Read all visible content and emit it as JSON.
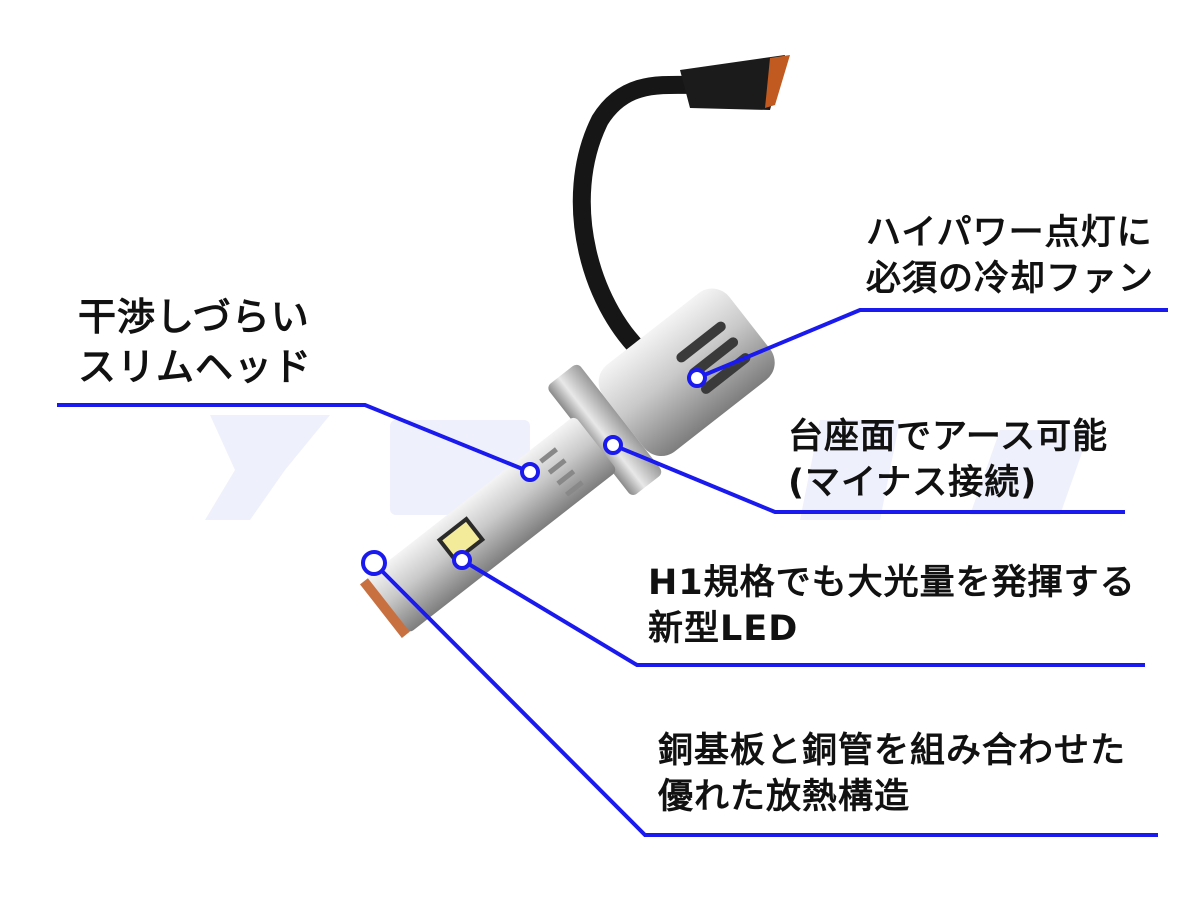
{
  "callouts": {
    "slim_head": {
      "line1": "干渉しづらい",
      "line2": "スリムヘッド"
    },
    "cooling_fan": {
      "line1": "ハイパワー点灯に",
      "line2": "必須の冷却ファン"
    },
    "ground": {
      "line1": "台座面でアース可能",
      "line2": "(マイナス接続)"
    },
    "led": {
      "line1": "H1規格でも大光量を発揮する",
      "line2": "新型LED"
    },
    "heat_structure": {
      "line1": "銅基板と銅管を組み合わせた",
      "line2": "優れた放熱構造"
    }
  },
  "colors": {
    "callout_line": "#1a1aee",
    "watermark": "#eef0fb",
    "text": "#111111"
  }
}
